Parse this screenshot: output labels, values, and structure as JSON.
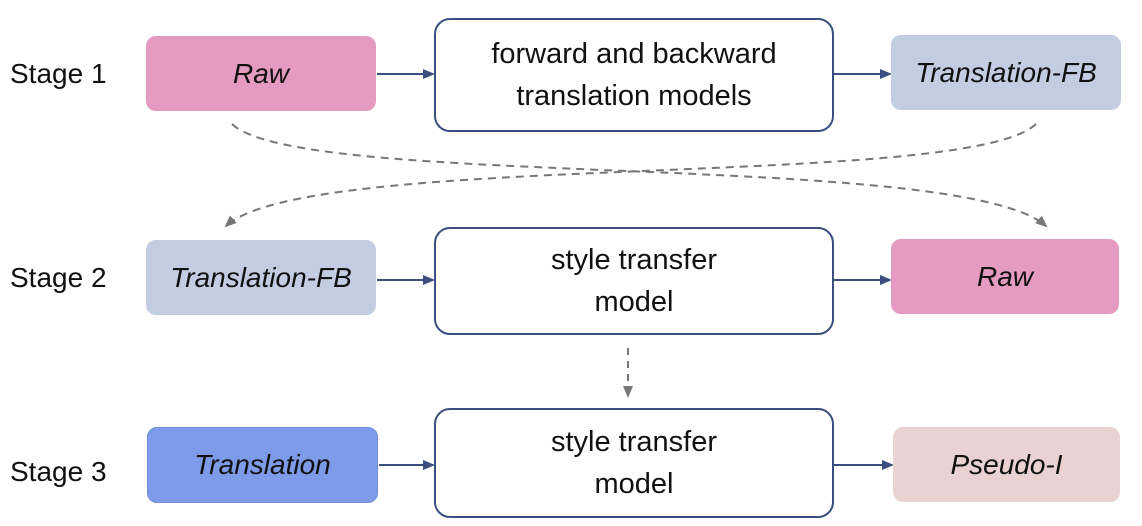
{
  "stages": [
    {
      "label": "Stage 1",
      "input": {
        "text": "Raw",
        "color": "#e59ac2",
        "border": "#e59ac2"
      },
      "model": {
        "line1": "forward and backward",
        "line2": "translation models"
      },
      "output": {
        "text": "Translation-FB",
        "color": "#c3cde2",
        "border": "#c3cde2"
      }
    },
    {
      "label": "Stage 2",
      "input": {
        "text": "Translation-FB",
        "color": "#c3cde2",
        "border": "#c3cde2"
      },
      "model": {
        "line1": "style transfer",
        "line2": "model"
      },
      "output": {
        "text": "Raw",
        "color": "#e59ac2",
        "border": "#e59ac2"
      }
    },
    {
      "label": "Stage 3",
      "input": {
        "text": "Translation",
        "color": "#7e9be9",
        "border": "#6f8fd6"
      },
      "model": {
        "line1": "style transfer",
        "line2": "model"
      },
      "output": {
        "text": "Pseudo-I",
        "color": "#e8d2d2",
        "border": "#e8d2d2"
      }
    }
  ],
  "colors": {
    "arrow": "#3a4f80",
    "dashed_arrow": "#777777",
    "model_border": "#3a4f80"
  }
}
